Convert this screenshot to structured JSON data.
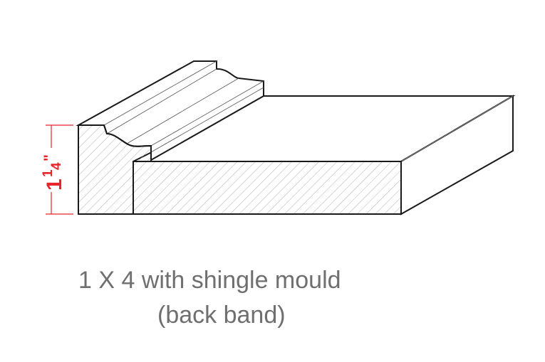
{
  "dimension": {
    "whole": "1",
    "numerator": "1",
    "denominator": "4",
    "unit": "\"",
    "color": "#e8252b"
  },
  "caption": {
    "line1": "1 X 4 with shingle mould",
    "line2": "(back band)"
  },
  "colors": {
    "outline": "#1a1a1a",
    "hatch": "#9a9a9a",
    "caption_text": "#6f6f6f"
  }
}
